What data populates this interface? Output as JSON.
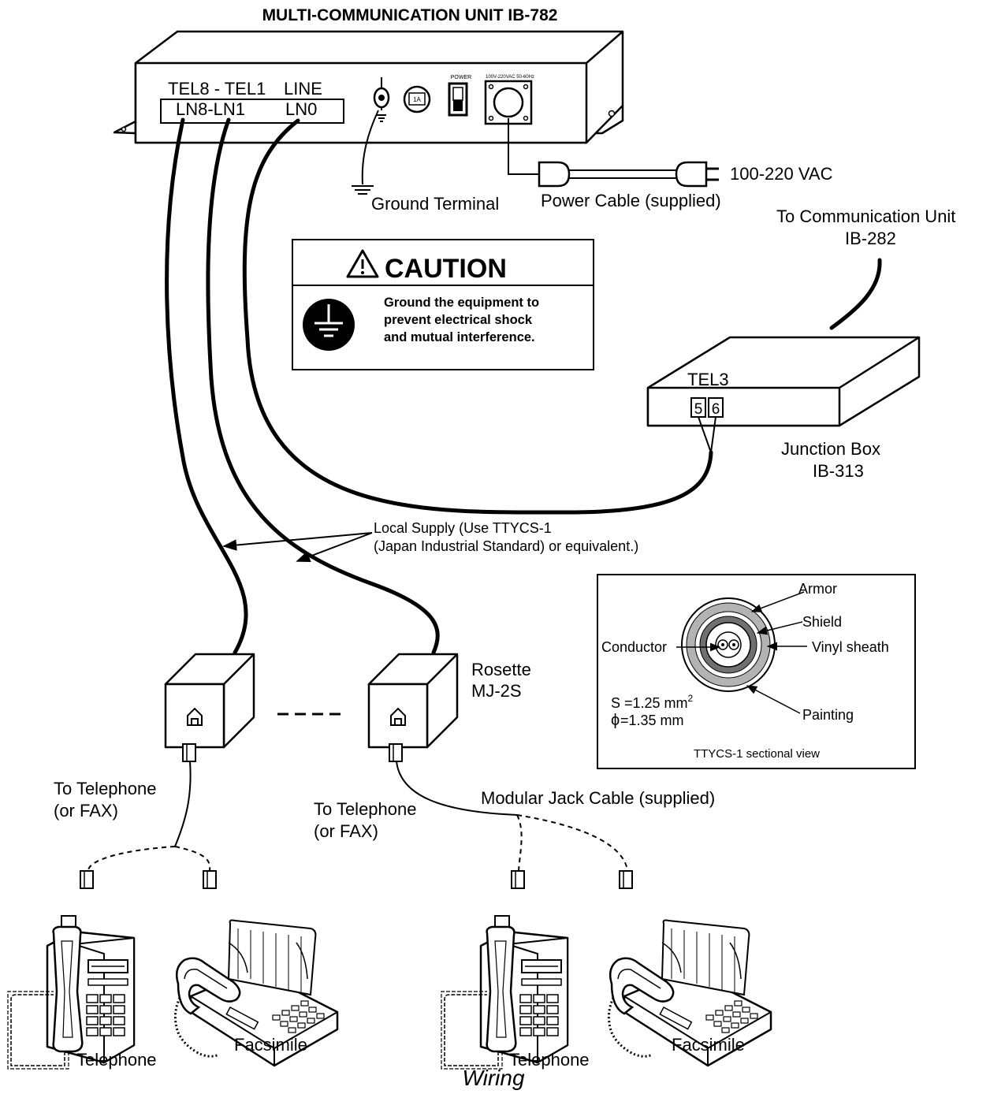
{
  "title": "MULTI-COMMUNICATION UNIT IB-782",
  "unit_panel": {
    "tel_label": "TEL8 - TEL1",
    "line_label": "LINE",
    "ln_label": "LN8-LN1",
    "ln0_label": "LN0",
    "fuse_label": "1A",
    "power_label": "POWER",
    "voltage_label": "100V-220VAC 50-60Hz"
  },
  "ground_terminal": "Ground Terminal",
  "power_cable": "Power Cable (supplied)",
  "power_voltage": "100-220 VAC",
  "comm_unit": {
    "line1": "To Communication Unit",
    "line2": "IB-282"
  },
  "caution": {
    "heading": "CAUTION",
    "lines": [
      "Ground the equipment to",
      "prevent electrical shock",
      "and mutual interference."
    ]
  },
  "junction_box": {
    "tel_label": "TEL3",
    "terminal_a": "5",
    "terminal_b": "6",
    "name1": "Junction Box",
    "name2": "IB-313"
  },
  "local_supply": {
    "line1": "Local Supply (Use TTYCS-1",
    "line2": "(Japan Industrial Standard) or equivalent.)"
  },
  "section_view": {
    "armor": "Armor",
    "shield": "Shield",
    "conductor": "Conductor",
    "vinyl": "Vinyl sheath",
    "painting": "Painting",
    "s_prefix": "S =1.25 mm",
    "s_sup": "2",
    "phi_symbol": "ϕ",
    "phi_value": "=1.35 mm",
    "caption": "TTYCS-1 sectional view"
  },
  "rosette": {
    "line1": "Rosette",
    "line2": "MJ-2S"
  },
  "to_telephone_left": {
    "line1": "To Telephone",
    "line2": "(or FAX)"
  },
  "to_telephone_right": {
    "line1": "To Telephone",
    "line2": "(or FAX)"
  },
  "modular_jack": "Modular Jack Cable (supplied)",
  "devices": {
    "telephone_left": "Telephone",
    "facsimile_left": "Facsimile",
    "telephone_right": "Telephone",
    "facsimile_right": "Facsimile"
  },
  "caption": "Wiring"
}
